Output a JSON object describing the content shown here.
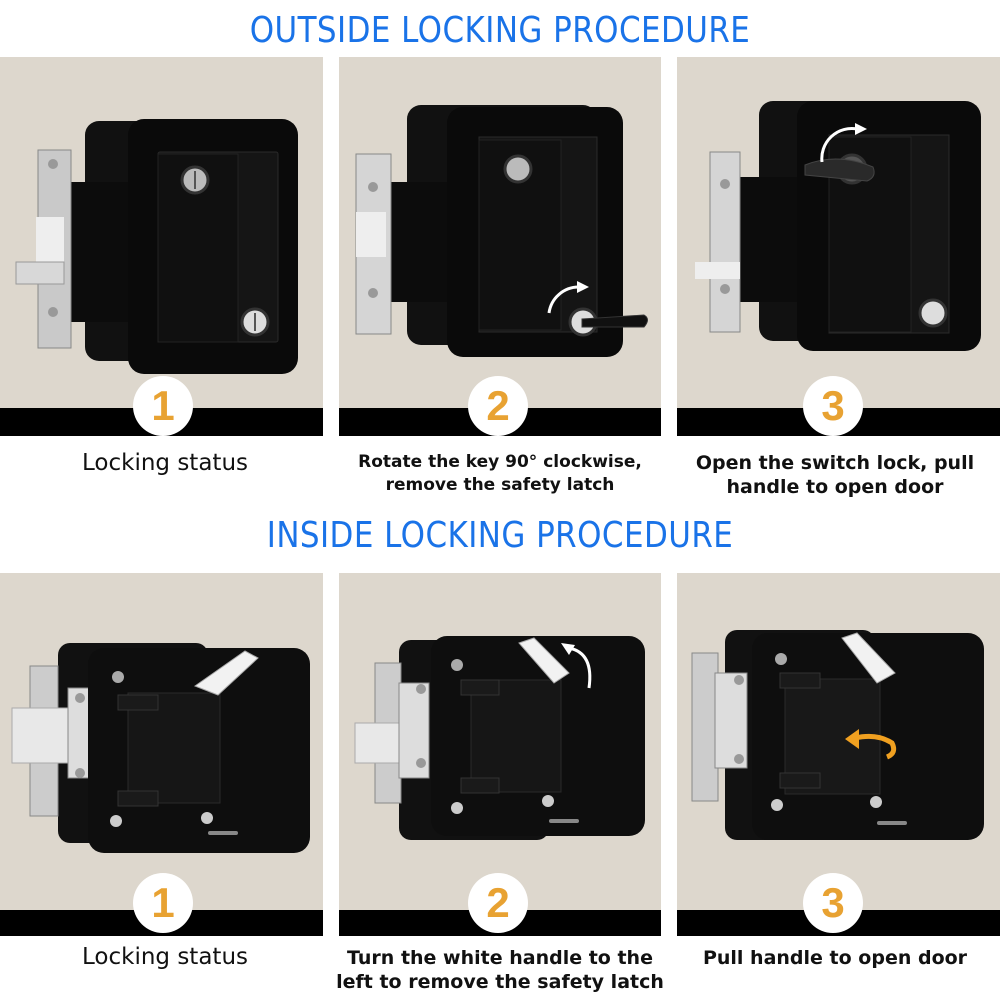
{
  "sections": {
    "outside": {
      "title": "OUTSIDE LOCKING PROCEDURE",
      "steps": [
        {
          "number": "1",
          "caption_line1": "Locking status",
          "caption_line2": ""
        },
        {
          "number": "2",
          "caption_line1": "Rotate the key 90°  clockwise,",
          "caption_line2": "remove the safety latch"
        },
        {
          "number": "3",
          "caption_line1": "Open the switch lock, pull",
          "caption_line2": "handle to open door"
        }
      ]
    },
    "inside": {
      "title": "INSIDE LOCKING PROCEDURE",
      "steps": [
        {
          "number": "1",
          "caption_line1": "Locking status",
          "caption_line2": ""
        },
        {
          "number": "2",
          "caption_line1": "Turn the white handle to the",
          "caption_line2": "left to remove the safety latch"
        },
        {
          "number": "3",
          "caption_line1": "Pull handle to open door",
          "caption_line2": ""
        }
      ]
    }
  },
  "colors": {
    "title_blue": "#1a73e8",
    "number_orange": "#e8a232",
    "panel_beige": "#ddd7cd",
    "bar_black": "#000000",
    "arrow_orange": "#f0a020"
  }
}
